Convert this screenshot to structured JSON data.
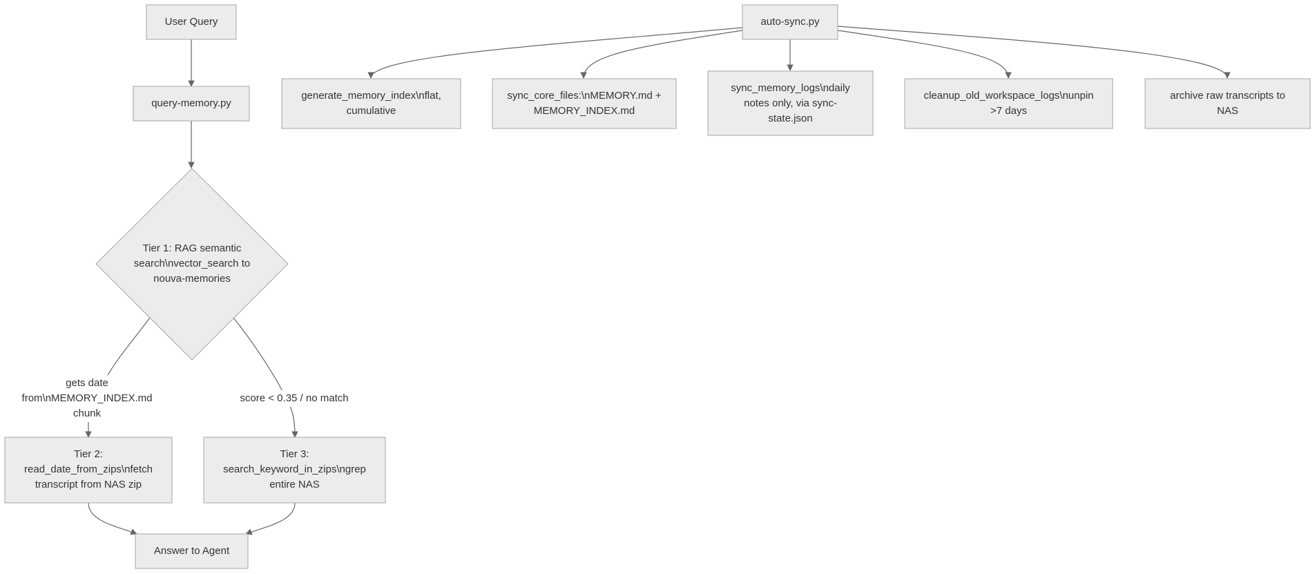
{
  "nodes": {
    "user_query": "User Query",
    "query_memory": "query-memory.py",
    "tier1": "Tier 1: RAG semantic search\\nvector_search to nouva-memories",
    "tier2": "Tier 2: read_date_from_zips\\nfetch transcript from NAS zip",
    "tier3": "Tier 3: search_keyword_in_zips\\ngrep entire NAS",
    "answer": "Answer to Agent",
    "auto_sync": "auto-sync.py",
    "gen_index": "generate_memory_index\\nflat, cumulative",
    "sync_core": "sync_core_files:\\nMEMORY.md + MEMORY_INDEX.md",
    "sync_logs": "sync_memory_logs\\ndaily notes only, via sync-state.json",
    "cleanup": "cleanup_old_workspace_logs\\nunpin >7 days",
    "archive": "archive raw transcripts to NAS"
  },
  "edge_labels": {
    "tier1_to_tier2": "gets date from\\nMEMORY_INDEX.md chunk",
    "tier1_to_tier3": "score < 0.35 / no match"
  },
  "colors": {
    "node_fill": "#ececec",
    "node_stroke": "#a6a6a6",
    "edge": "#666666",
    "text": "#333333"
  }
}
